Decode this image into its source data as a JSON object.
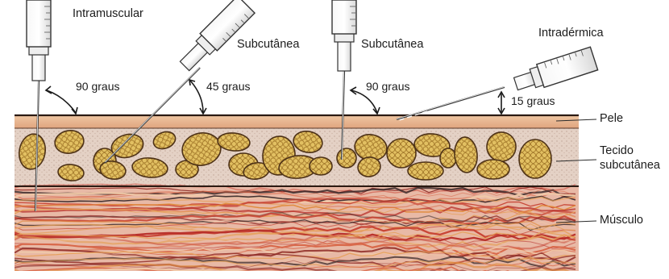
{
  "injections": [
    {
      "label": "Intramuscular",
      "angle_label": "90 graus"
    },
    {
      "label": "Subcutânea",
      "angle_label": "45 graus"
    },
    {
      "label": "Subcutânea",
      "angle_label": "90 graus"
    },
    {
      "label": "Intradérmica",
      "angle_label": "15 graus"
    }
  ],
  "layers": {
    "pele": "Pele",
    "tecido_line1": "Tecido",
    "tecido_line2": "subcutânea",
    "musculo": "Músculo"
  },
  "colors": {
    "skin": "#e7b48f",
    "skin_line": "#2b1a12",
    "fat_bg": "#e2cfc3",
    "fat_cell": "#d9b44a",
    "fat_outline": "#5a3b1b",
    "muscle_base": "#e7b6a2",
    "muscle_red": "#c73a2c",
    "muscle_orange": "#e58a3a",
    "muscle_dark": "#3b2a2a"
  }
}
